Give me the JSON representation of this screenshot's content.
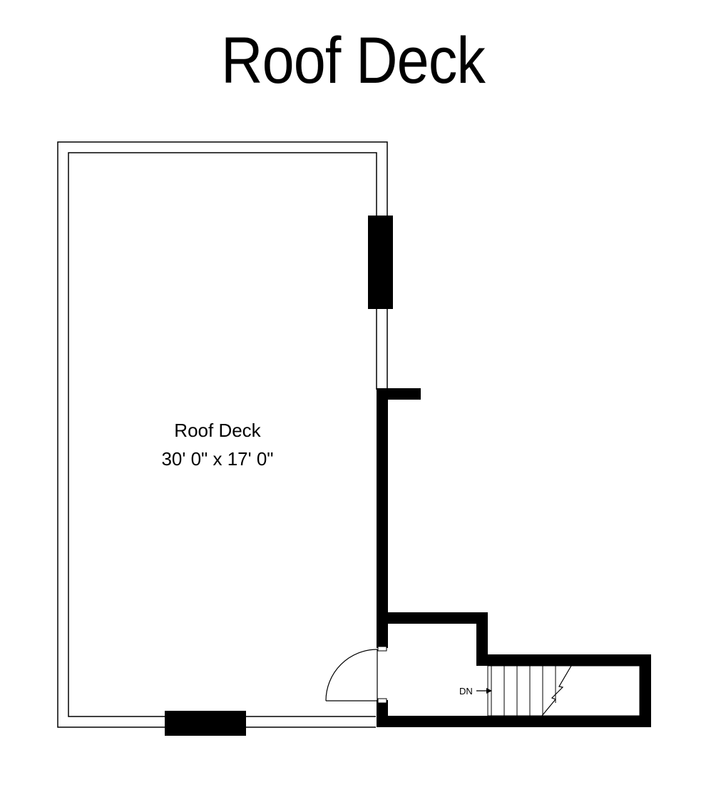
{
  "title": "Roof Deck",
  "room": {
    "name": "Roof Deck",
    "dimensions": "30' 0\" x 17' 0\""
  },
  "stair": {
    "direction_label": "DN"
  },
  "colors": {
    "wall": "#000000",
    "background": "#ffffff"
  }
}
